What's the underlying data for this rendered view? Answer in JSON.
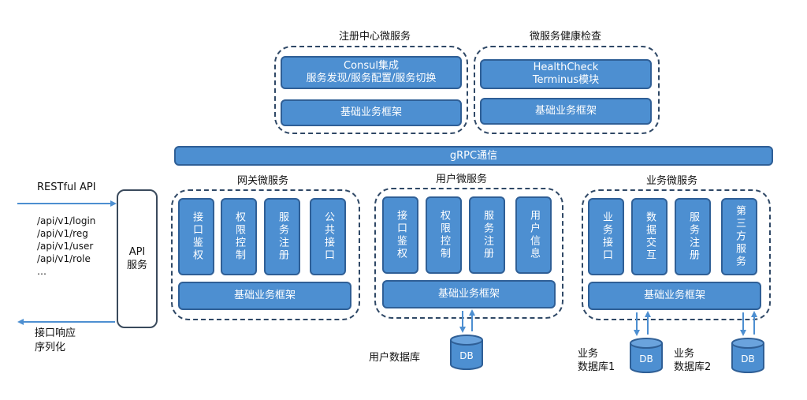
{
  "gateway": {
    "api_box": {
      "line1": "API",
      "line2": "服务"
    },
    "restful_label": "RESTful API",
    "routes": [
      "/api/v1/login",
      "/api/v1/reg",
      "/api/v1/user",
      "/api/v1/role",
      "…"
    ],
    "response_label_line1": "接口响应",
    "response_label_line2": "序列化"
  },
  "grpc": {
    "label": "gRPC通信"
  },
  "registry": {
    "title": "注册中心微服务",
    "consul_line1": "Consul集成",
    "consul_line2": "服务发现/服务配置/服务切换",
    "base": "基础业务框架"
  },
  "health": {
    "title": "微服务健康检查",
    "line1": "HealthCheck",
    "line2": "Terminus模块",
    "base": "基础业务框架"
  },
  "gateway_service": {
    "title": "网关微服务",
    "modules": [
      "接口鉴权",
      "权限控制",
      "服务注册",
      "公共接口"
    ],
    "base": "基础业务框架"
  },
  "user_service": {
    "title": "用户微服务",
    "modules": [
      "接口鉴权",
      "权限控制",
      "服务注册",
      "用户信息"
    ],
    "base": "基础业务框架",
    "db_label": "用户数据库",
    "db_text": "DB"
  },
  "business_service": {
    "title": "业务微服务",
    "modules": [
      "业务接口",
      "数据交互",
      "服务注册",
      "第三方服务"
    ],
    "base": "基础业务框架",
    "db1_label_line1": "业务",
    "db1_label_line2": "数据库1",
    "db2_label_line1": "业务",
    "db2_label_line2": "数据库2",
    "db_text": "DB"
  },
  "colors": {
    "box_fill": "#4d8fd1",
    "box_border": "#2f5f96",
    "dash": "#2f4866",
    "arrow": "#4d8fd1"
  }
}
